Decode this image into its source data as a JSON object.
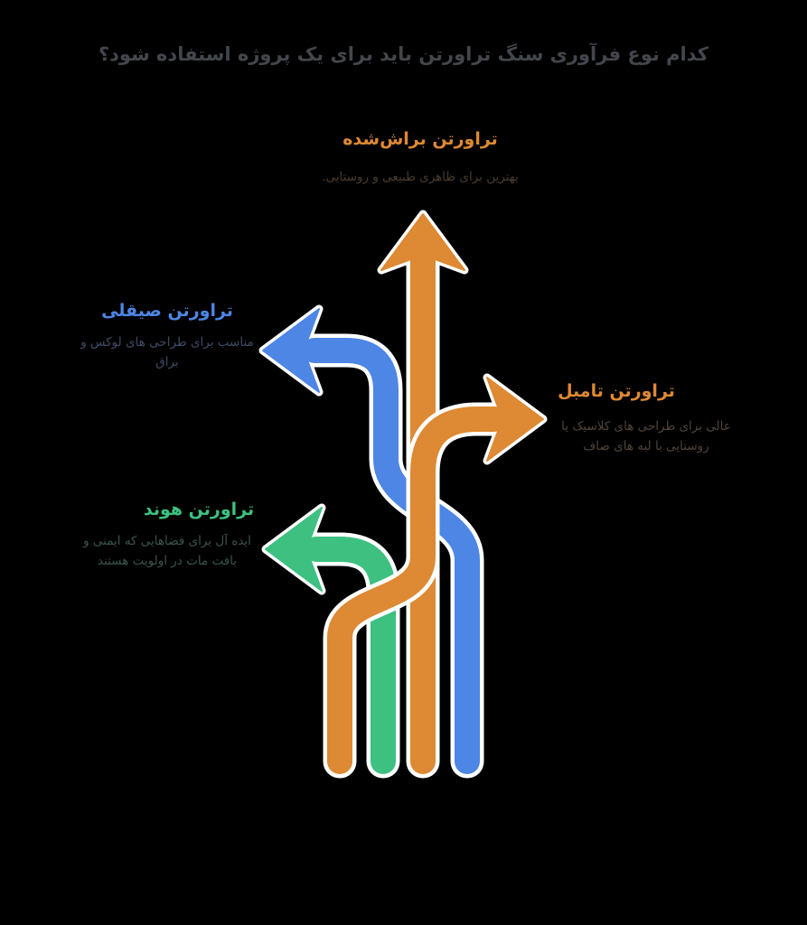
{
  "title": "کدام نوع فرآوری سنگ تراورتن باید برای یک پروژه استفاده شود؟",
  "colors": {
    "background": "#000000",
    "outline": "#FFFFFF",
    "title_text": "#43464B",
    "orange": "#DE8933",
    "blue": "#4D86E5",
    "green": "#3DC080"
  },
  "branches": [
    {
      "id": "brushed",
      "direction": "up",
      "label": "تراورتن براش‌شده",
      "desc_lines": [
        "بهترین برای ظاهری طبیعی و روستایی."
      ],
      "accent": "#DE8933",
      "desc_color": "#4A3C30"
    },
    {
      "id": "polished",
      "direction": "left",
      "label": "تراورتن صیقلی",
      "desc_lines": [
        "مناسب برای طراحی های لوکس و",
        "براق"
      ],
      "accent": "#4D86E5",
      "desc_color": "#3E4B64"
    },
    {
      "id": "tumbled",
      "direction": "right",
      "label": "تراورتن تامبل",
      "desc_lines": [
        "عالی برای طراحی های کلاسیک یا",
        "روستایی با لبه های صاف"
      ],
      "accent": "#DE8933",
      "desc_color": "#51433A"
    },
    {
      "id": "honed",
      "direction": "left",
      "label": "تراورتن هوند",
      "desc_lines": [
        "ایده آل برای فضاهایی که ایمنی و",
        "بافت مات در اولویت هستند"
      ],
      "accent": "#3DC080",
      "desc_color": "#3A564B"
    }
  ]
}
